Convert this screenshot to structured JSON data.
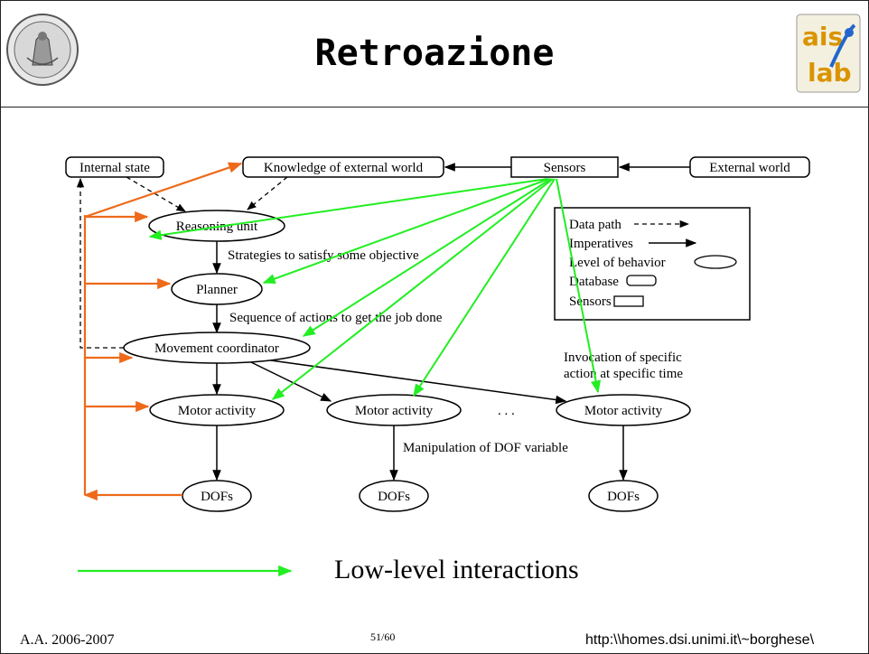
{
  "title": "Retroazione",
  "logo_text": "ais lab",
  "nodes": {
    "internal_state": "Internal state",
    "knowledge": "Knowledge of external world",
    "sensors": "Sensors",
    "external_world": "External world",
    "reasoning_unit": "Reasoning unit",
    "planner": "Planner",
    "movement_coordinator": "Movement coordinator",
    "motor_activity_1": "Motor activity",
    "motor_activity_2": "Motor activity",
    "motor_activity_3": "Motor activity",
    "dofs_1": "DOFs",
    "dofs_2": "DOFs",
    "dofs_3": "DOFs"
  },
  "annotations": {
    "strategies": "Strategies to satisfy some objective",
    "sequence": "Sequence of actions to get the job done",
    "invocation_line1": "Invocation of specific",
    "invocation_line2": "action at specific time",
    "manipulation": "Manipulation of DOF variable",
    "ellipsis": ". . ."
  },
  "legend": {
    "data_path": "Data path",
    "imperatives": "Imperatives",
    "level_of_behavior": "Level of behavior",
    "database": "Database",
    "sensors": "Sensors"
  },
  "low_level_label": "Low-level interactions",
  "footer": {
    "course": "A.A. 2006-2007",
    "page": "51/60",
    "url": "http:\\\\homes.dsi.unimi.it\\~borghese\\"
  },
  "colors": {
    "green_arrow": "#22ee22",
    "orange_arrow": "#ee6a1a",
    "black": "#000000"
  }
}
